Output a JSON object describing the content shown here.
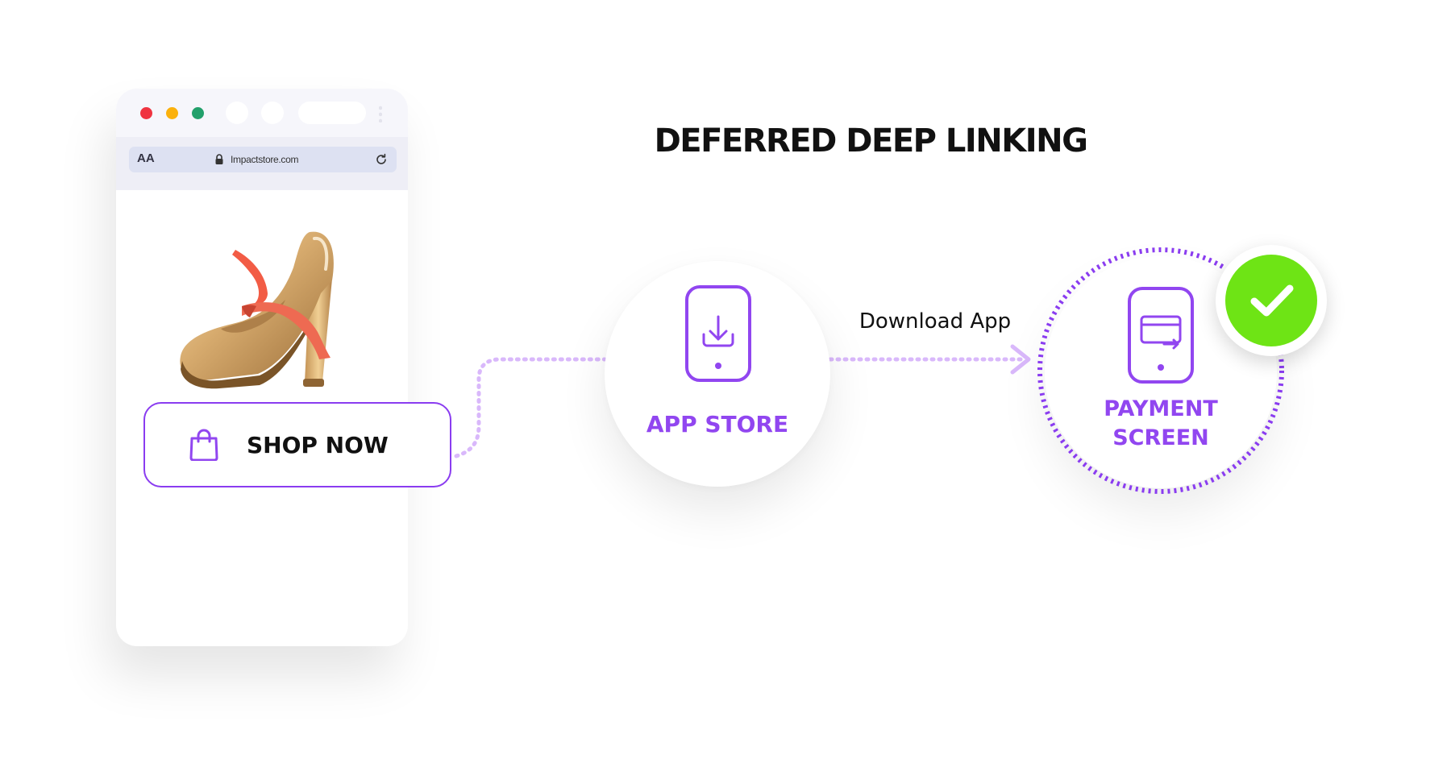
{
  "title": "DEFERRED DEEP LINKING",
  "browser": {
    "address_prefix": "AA",
    "url": "Impactstore.com",
    "icons": [
      "lock-icon",
      "reload-icon"
    ]
  },
  "shop_button": {
    "label": "SHOP NOW",
    "icon": "shopping-bag-icon"
  },
  "app_store": {
    "label": "APP STORE",
    "icon": "phone-download-icon"
  },
  "download_step": {
    "label": "Download App"
  },
  "payment": {
    "label_line1": "PAYMENT",
    "label_line2": "SCREEN",
    "icon": "phone-card-icon"
  },
  "status": {
    "icon": "check-icon"
  },
  "colors": {
    "accent": "#9146f0",
    "connector": "#d9b8fb",
    "check": "#6ee415",
    "traffic_red": "#ef3340",
    "traffic_yellow": "#fbb10d",
    "traffic_green": "#22a06b"
  }
}
